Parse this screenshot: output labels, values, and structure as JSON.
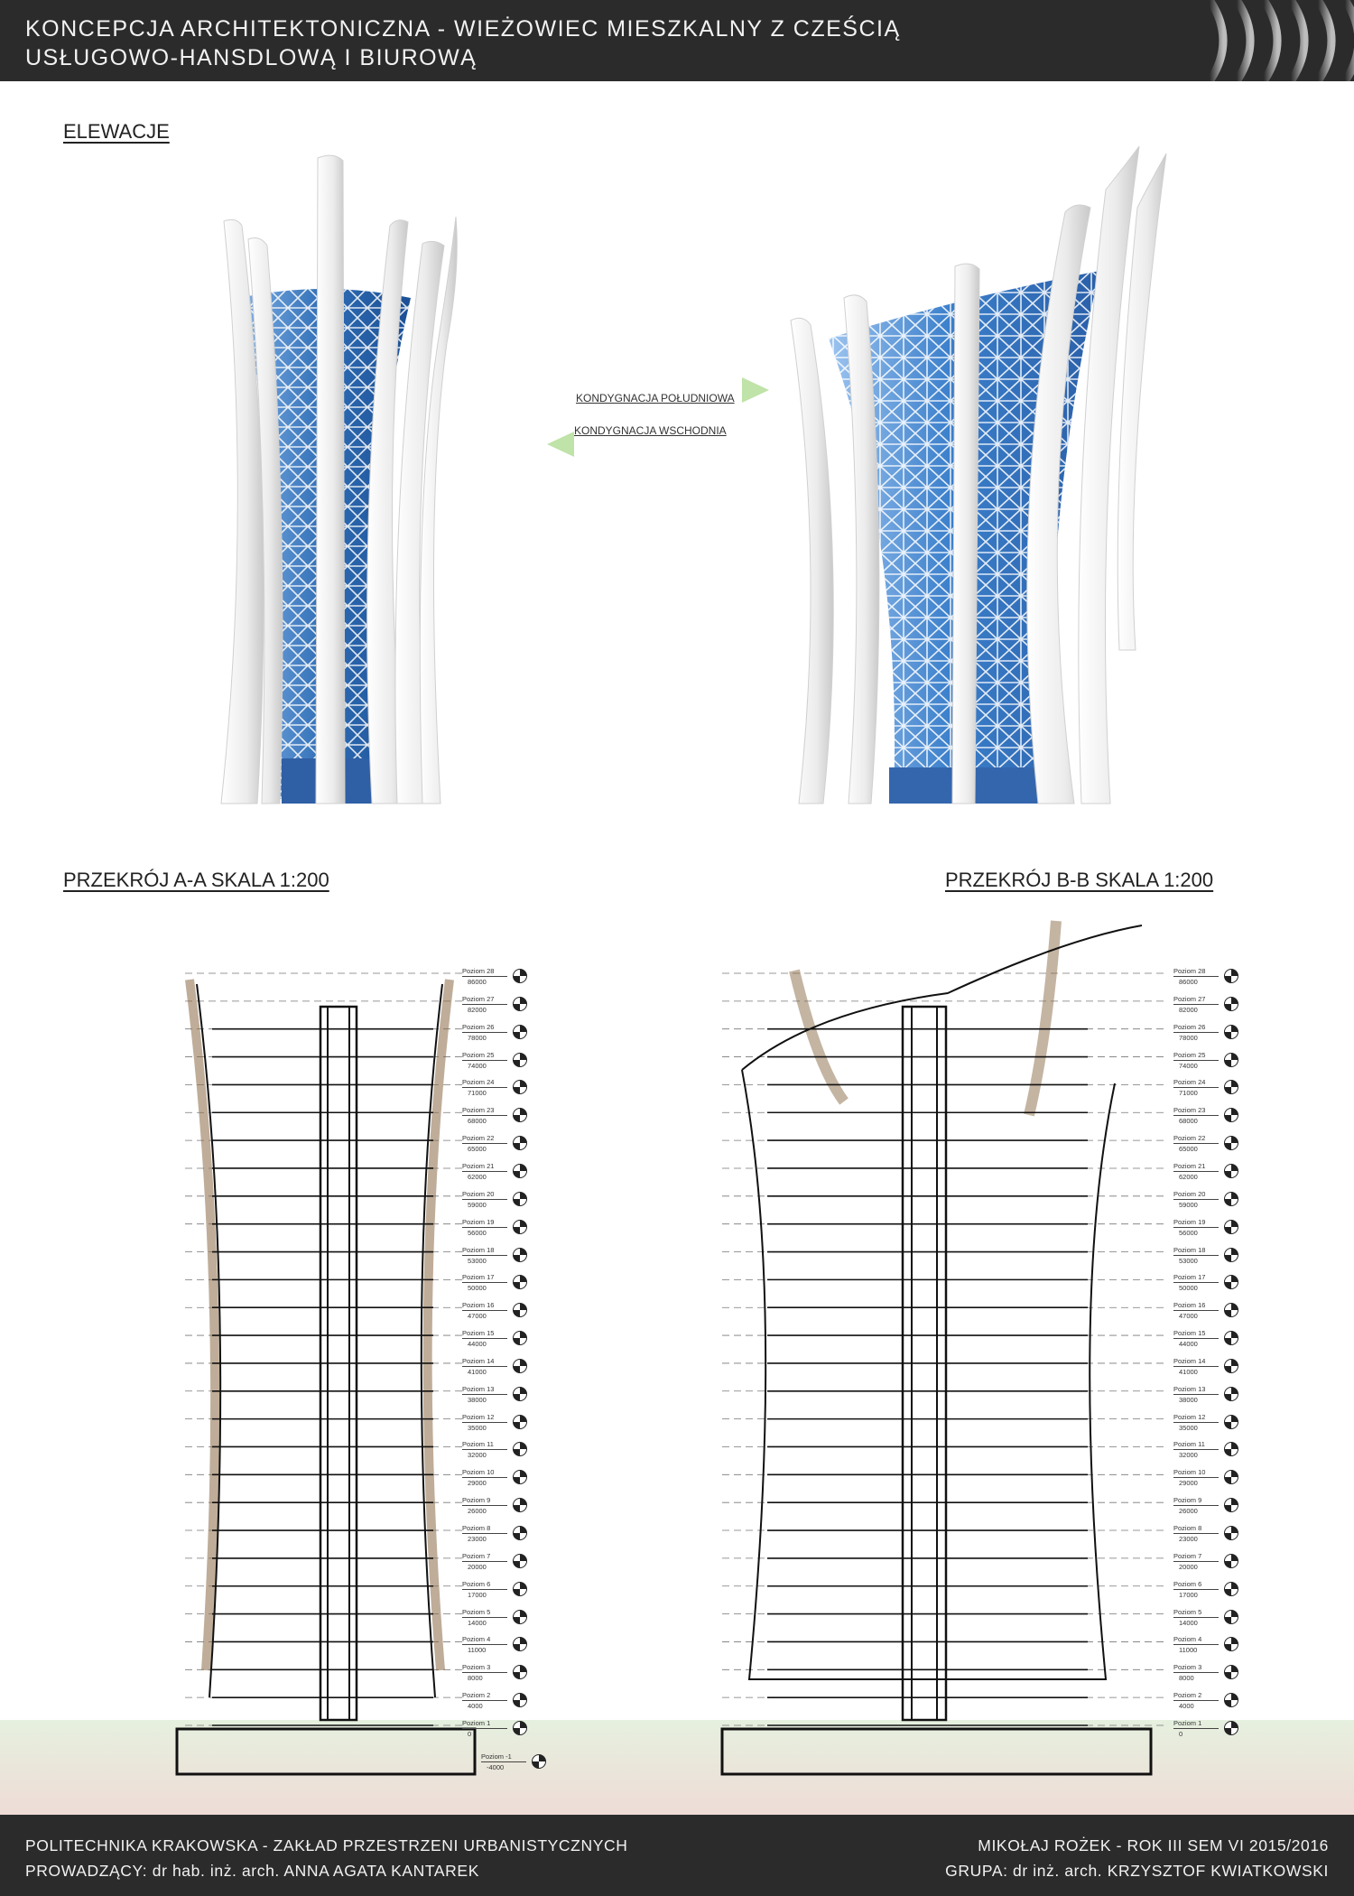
{
  "header": {
    "title_line1": "KONCEPCJA ARCHITEKTONICZNA - WIEŻOWIEC MIESZKALNY Z CZEŚCIĄ",
    "title_line2": "USŁUGOWO-HANSDLOWĄ I BIUROWĄ"
  },
  "sections": {
    "elevations": "ELEWACJE",
    "section_aa": "PRZEKRÓJ  A-A    SKALA 1:200",
    "section_bb": "PRZEKRÓJ B-B    SKALA 1:200"
  },
  "directions": {
    "south": "KONDYGNACJA POŁUDNIOWA",
    "east": "KONDYGNACJA WSCHODNIA"
  },
  "levels": [
    {
      "name": "Poziom 28",
      "elevation": "86000"
    },
    {
      "name": "Poziom 27",
      "elevation": "82000"
    },
    {
      "name": "Poziom 26",
      "elevation": "78000"
    },
    {
      "name": "Poziom 25",
      "elevation": "74000"
    },
    {
      "name": "Poziom 24",
      "elevation": "71000"
    },
    {
      "name": "Poziom 23",
      "elevation": "68000"
    },
    {
      "name": "Poziom 22",
      "elevation": "65000"
    },
    {
      "name": "Poziom 21",
      "elevation": "62000"
    },
    {
      "name": "Poziom 20",
      "elevation": "59000"
    },
    {
      "name": "Poziom 19",
      "elevation": "56000"
    },
    {
      "name": "Poziom 18",
      "elevation": "53000"
    },
    {
      "name": "Poziom 17",
      "elevation": "50000"
    },
    {
      "name": "Poziom 16",
      "elevation": "47000"
    },
    {
      "name": "Poziom 15",
      "elevation": "44000"
    },
    {
      "name": "Poziom 14",
      "elevation": "41000"
    },
    {
      "name": "Poziom 13",
      "elevation": "38000"
    },
    {
      "name": "Poziom 12",
      "elevation": "35000"
    },
    {
      "name": "Poziom 11",
      "elevation": "32000"
    },
    {
      "name": "Poziom 10",
      "elevation": "29000"
    },
    {
      "name": "Poziom 9",
      "elevation": "26000"
    },
    {
      "name": "Poziom 8",
      "elevation": "23000"
    },
    {
      "name": "Poziom 7",
      "elevation": "20000"
    },
    {
      "name": "Poziom 6",
      "elevation": "17000"
    },
    {
      "name": "Poziom 5",
      "elevation": "14000"
    },
    {
      "name": "Poziom 4",
      "elevation": "11000"
    },
    {
      "name": "Poziom 3",
      "elevation": "8000"
    },
    {
      "name": "Poziom 2",
      "elevation": "4000"
    },
    {
      "name": "Poziom 1",
      "elevation": "0"
    }
  ],
  "basement_level": {
    "name": "Poziom -1",
    "elevation": "-4000"
  },
  "footer": {
    "institution": "POLITECHNIKA KRAKOWSKA - ZAKŁAD PRZESTRZENI URBANISTYCZNYCH",
    "supervisor": "PROWADZĄCY: dr hab. inż. arch. ANNA AGATA KANTAREK",
    "author": "MIKOŁAJ ROŻEK - ROK III SEM VI 2015/2016",
    "group": "GRUPA: dr inż. arch. KRZYSZTOF KWIATKOWSKI"
  },
  "colors": {
    "banner": "#2b2b2b",
    "glass": "#2f6db5",
    "fins": "#f0f0f0",
    "arrow": "#bfe3a8",
    "timber": "#b08a5e"
  }
}
